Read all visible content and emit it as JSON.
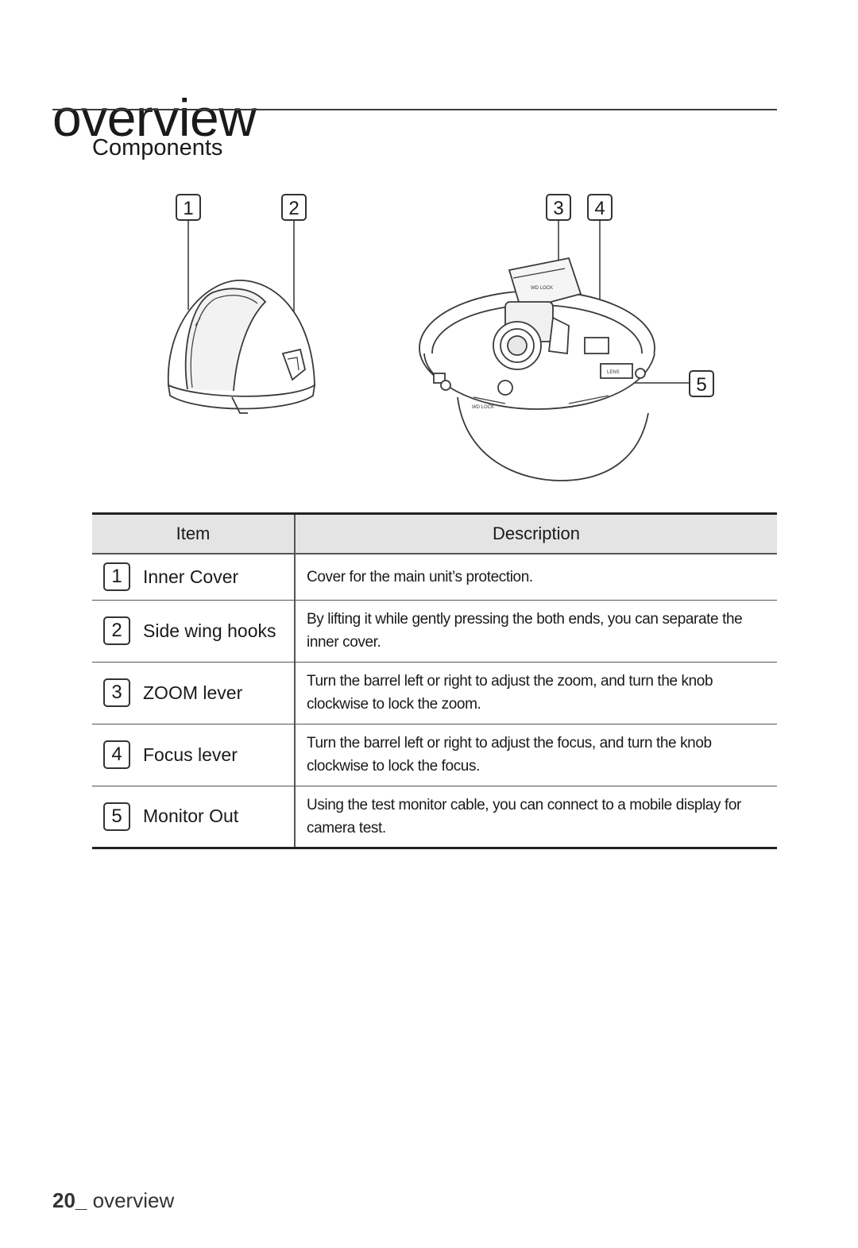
{
  "page": {
    "title": "overview",
    "section_heading": "Components"
  },
  "figure": {
    "callouts": [
      "1",
      "2",
      "3",
      "4",
      "5"
    ],
    "labels": [
      "WD LOCK",
      "WD LOCK",
      "LENS"
    ]
  },
  "table": {
    "headers": {
      "item": "Item",
      "description": "Description"
    },
    "rows": [
      {
        "num": "1",
        "item": "Inner Cover",
        "description": "Cover for the main unit’s protection."
      },
      {
        "num": "2",
        "item": "Side wing hooks",
        "description": "By lifting it while gently pressing the both ends, you can separate the inner cover."
      },
      {
        "num": "3",
        "item": "ZOOM lever",
        "description": "Turn the barrel left or right to adjust the zoom, and turn the knob clockwise to lock the zoom."
      },
      {
        "num": "4",
        "item": "Focus lever",
        "description": "Turn the barrel left or right to adjust the focus, and turn the knob clockwise to lock the focus."
      },
      {
        "num": "5",
        "item": "Monitor Out",
        "description": "Using the test monitor cable, you can connect to a mobile display for camera test."
      }
    ]
  },
  "footer": {
    "page_number": "20_",
    "section": "overview"
  }
}
